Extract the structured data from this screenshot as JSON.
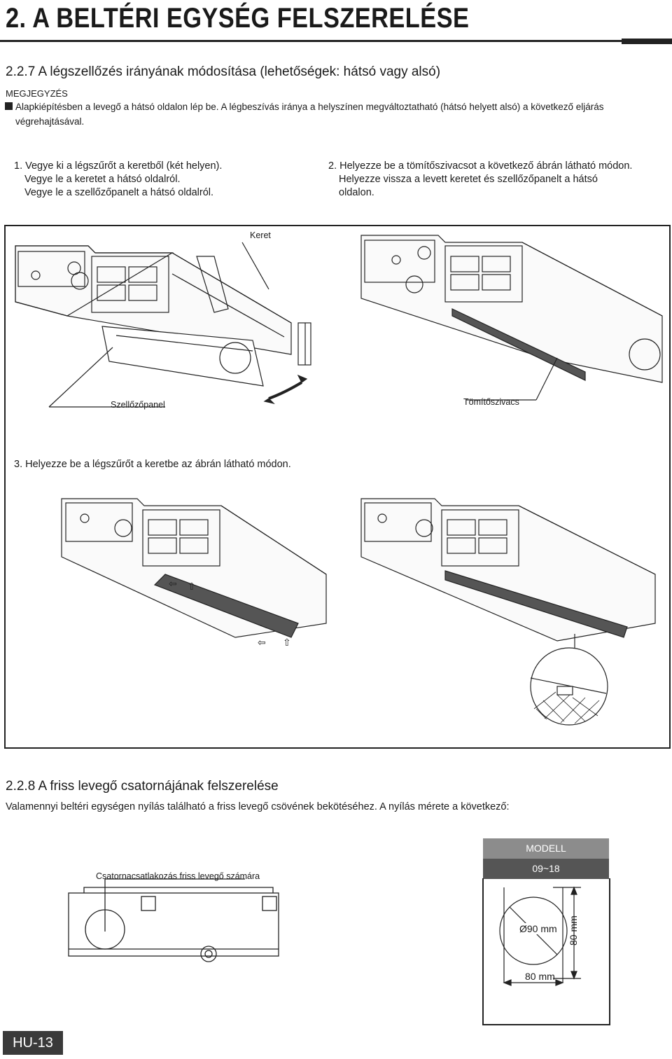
{
  "header": {
    "title": "2. A BELTÉRI EGYSÉG FELSZERELÉSE"
  },
  "section_227": {
    "heading": "2.2.7  A légszellőzés irányának módosítása (lehetőségek: hátsó vagy alsó)",
    "note_label": "MEGJEGYZÉS",
    "note_text": "Alapkiépítésben a levegő a hátsó oldalon lép be. A légbeszívás iránya a helyszínen megváltoztatható (hátsó helyett alsó) a következő eljárás végrehajtásával.",
    "step1": [
      "1. Vegye ki a légszűrőt a keretből (két helyen).",
      "Vegye le a keretet a hátsó oldalról.",
      "Vegye le a szellőzőpanelt a hátsó oldalról."
    ],
    "step2": [
      "2. Helyezze be a tömítőszivacsot a következő ábrán látható módon.",
      "Helyezze vissza a levett keretet és szellőzőpanelt a hátsó",
      "oldalon."
    ],
    "step3": "3. Helyezze be a légszűrőt a keretbe az ábrán látható módon.",
    "label_keret": "Keret",
    "label_szellozopanel": "Szellőzőpanel",
    "label_tomitoszivacs": "Tömítőszivacs"
  },
  "section_228": {
    "heading": "2.2.8  A friss levegő csatornájának felszerelése",
    "intro": "Valamennyi beltéri egységen nyílás található a friss levegő csövének bekötéséhez. A nyílás mérete a következő:",
    "duct_label": "Csatornacsatlakozás friss levegő számára",
    "table": {
      "header": "MODELL",
      "model": "09~18",
      "diameter": "Ø90 mm",
      "height": "80 mm",
      "width": "80 mm"
    }
  },
  "footer": {
    "page": "HU-13"
  }
}
